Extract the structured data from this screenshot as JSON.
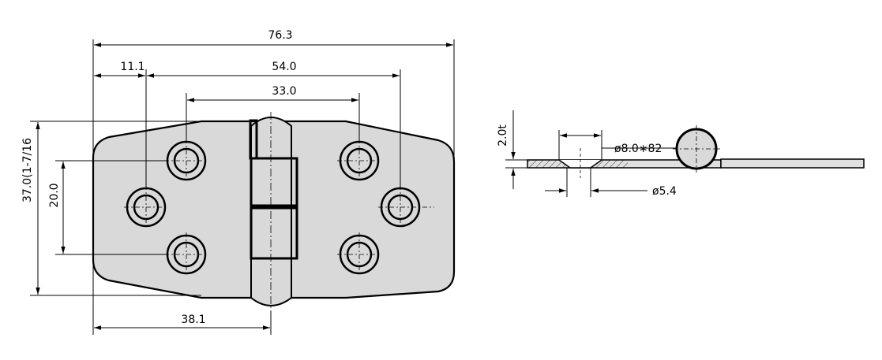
{
  "front_view": {
    "dimensions": {
      "overall_width": "76.3",
      "hole_offset": "11.1",
      "outer_hole_span": "54.0",
      "inner_hole_span": "33.0",
      "overall_height": "37.0(1-7/16",
      "hole_vertical_span": "20.0",
      "center_to_edge": "38.1"
    }
  },
  "side_view": {
    "dimensions": {
      "thickness": "2.0t",
      "countersink": "ø8.0∗82",
      "hole_diameter": "ø5.4"
    }
  }
}
